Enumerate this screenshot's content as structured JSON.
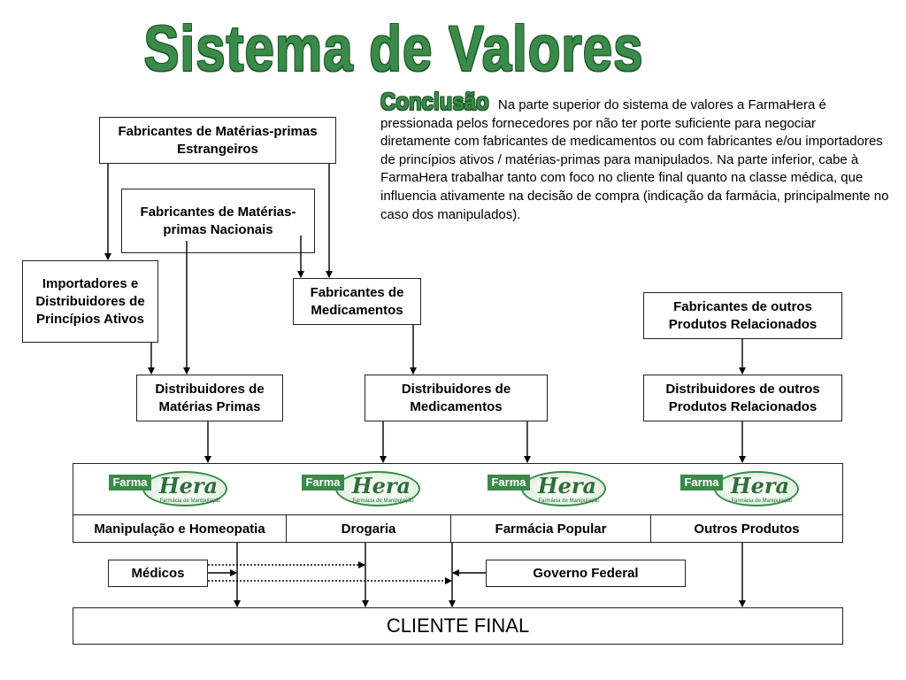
{
  "title": "Sistema de Valores",
  "conclusion": {
    "heading": "Conclusão",
    "text": "Na parte superior do sistema de valores a FarmaHera é pressionada pelos fornecedores por não ter porte suficiente para negociar diretamente com fabricantes de medicamentos ou com fabricantes e/ou importadores de princípios ativos / matérias-primas para manipulados. Na parte inferior, cabe à FarmaHera trabalhar tanto com foco no cliente final quanto na classe médica, que influencia ativamente na decisão de compra (indicação da farmácia, principalmente no caso dos manipulados)."
  },
  "nodes": {
    "foreign_raw": "Fabricantes de Matérias-primas Estrangeiros",
    "national_raw": "Fabricantes de Matérias-primas Nacionais",
    "importers": "Importadores e Distribuidores de Princípios Ativos",
    "drug_makers": "Fabricantes de Medicamentos",
    "other_makers": "Fabricantes de outros Produtos Relacionados",
    "raw_distributors": "Distribuidores de Matérias Primas",
    "drug_distributors": "Distribuidores de Medicamentos",
    "other_distributors": "Distribuidores de outros Produtos Relacionados",
    "doctors": "Médicos",
    "government": "Governo Federal",
    "final_client": "CLIENTE FINAL"
  },
  "logo": {
    "farma": "Farma",
    "hera": "Hera",
    "subtitle": "Farmácia de Manipulação"
  },
  "store_tabs": [
    "Manipulação e Homeopatia",
    "Drogaria",
    "Farmácia Popular",
    "Outros Produtos"
  ],
  "colors": {
    "accent_green": "#3a8a4a",
    "dark_green": "#1f5a2a"
  }
}
